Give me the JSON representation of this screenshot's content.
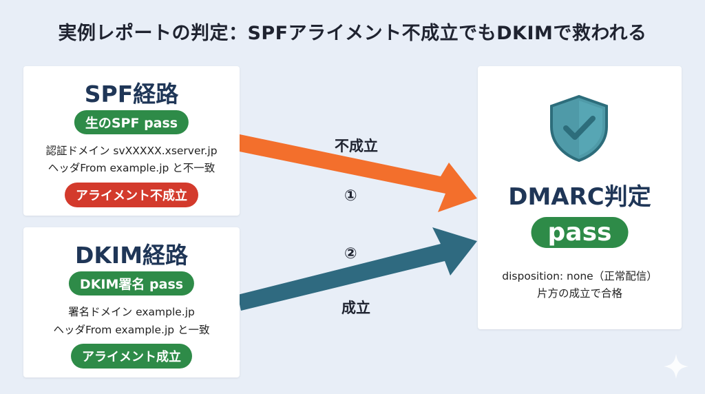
{
  "title": "実例レポートの判定：SPFアライメント不成立でもDKIMで救われる",
  "spf": {
    "heading": "SPF経路",
    "raw_result": "生のSPF pass",
    "detail_line1": "認証ドメイン svXXXXX.xserver.jp",
    "detail_line2": "ヘッダFrom example.jp と不一致",
    "alignment": "アライメント不成立"
  },
  "dkim": {
    "heading": "DKIM経路",
    "raw_result": "DKIM署名 pass",
    "detail_line1": "署名ドメイン example.jp",
    "detail_line2": "ヘッダFrom example.jp と一致",
    "alignment": "アライメント成立"
  },
  "arrows": {
    "spf_label": "不成立",
    "spf_number": "①",
    "dkim_label": "成立",
    "dkim_number": "②"
  },
  "dmarc": {
    "heading": "DMARC判定",
    "result": "pass",
    "disposition": "disposition: none（正常配信）",
    "note": "片方の成立で合格",
    "shield_icon": "shield-check-icon"
  },
  "colors": {
    "green": "#2e8b48",
    "red": "#d33a2c",
    "spf_arrow": "#f36f2c",
    "dkim_arrow": "#2f6a80",
    "shield": "#4f9aa8"
  }
}
